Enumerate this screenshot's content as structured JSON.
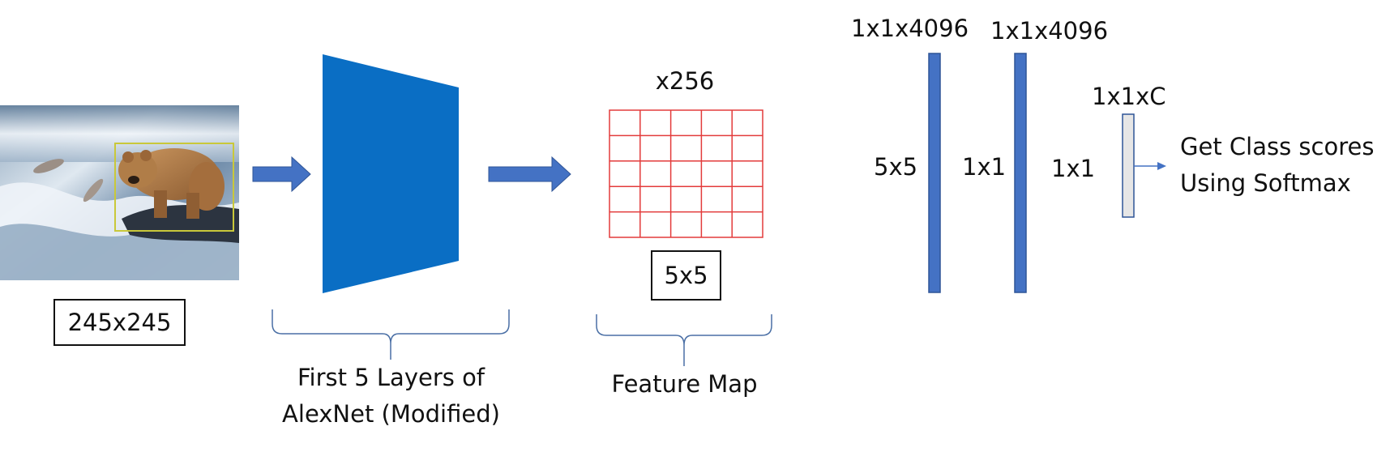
{
  "input": {
    "size_label": "245x245",
    "scene": "photo-bear-fishing-salmon-at-waterfall"
  },
  "cnn_block": {
    "caption_line1": "First 5 Layers of",
    "caption_line2": "AlexNet (Modified)",
    "color": "#0a6ec4"
  },
  "feature_map": {
    "depth_label": "x256",
    "size_label": "5x5",
    "caption": "Feature Map",
    "grid_rows": 5,
    "grid_cols": 5,
    "grid_color": "#e33b3b"
  },
  "fc_layers": [
    {
      "top_label": "1x1x4096",
      "kernel_label": "5x5",
      "color": "#4472c4"
    },
    {
      "top_label": "1x1x4096",
      "kernel_label": "1x1",
      "color": "#4472c4"
    },
    {
      "top_label": "1x1xC",
      "kernel_label": "1x1",
      "color": "#e6e6e6"
    }
  ],
  "output": {
    "line1": "Get Class scores",
    "line2": "Using Softmax"
  },
  "colors": {
    "arrow": "#4472c4",
    "brace": "#4a6fa5",
    "bbox": "#c9c83a"
  }
}
